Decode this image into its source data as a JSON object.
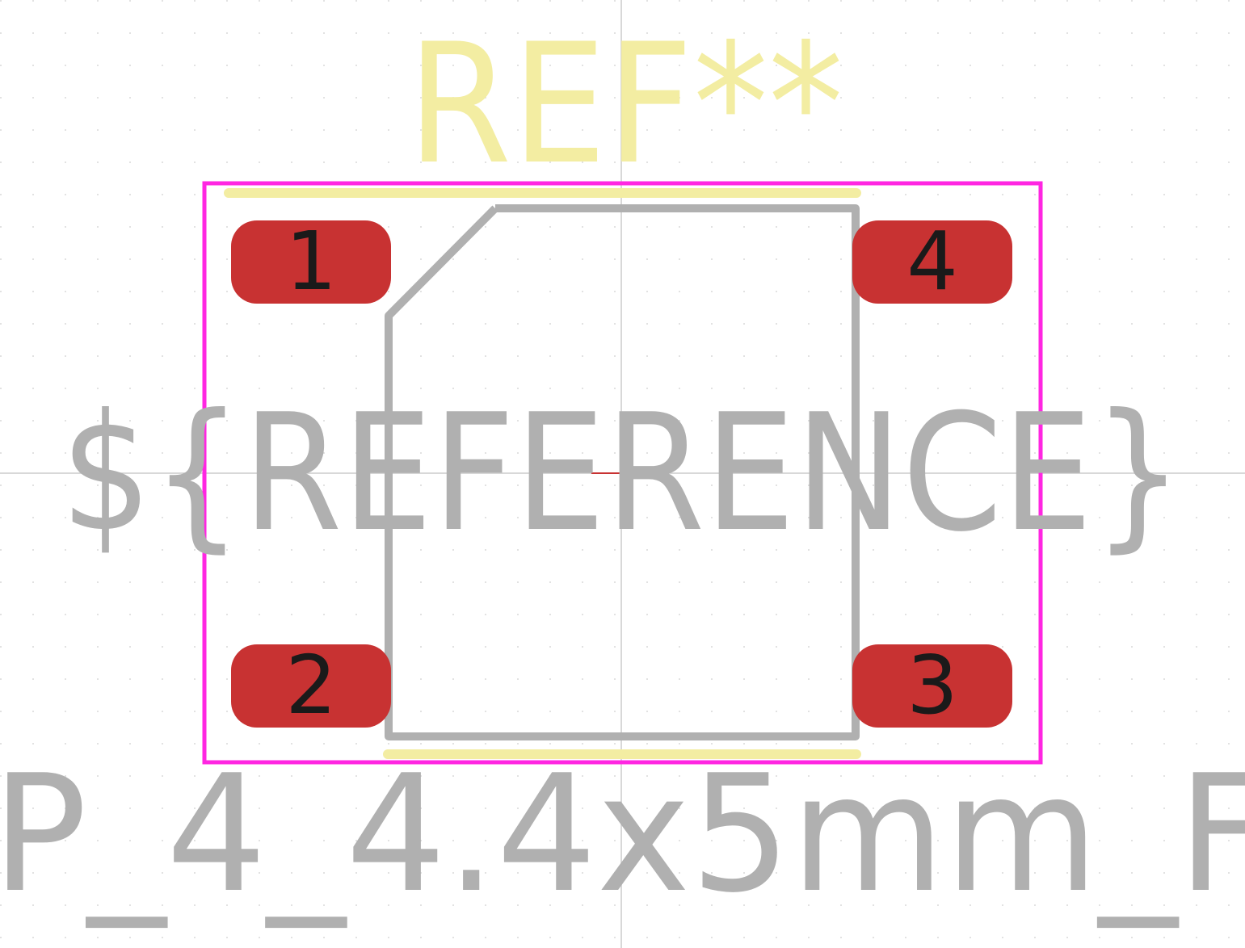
{
  "footprint": {
    "reference": "REF**",
    "value_field": "${REFERENCE}",
    "footprint_name_partial": "P_4_4.4x5mm_F",
    "pads": [
      {
        "number": "1"
      },
      {
        "number": "4"
      },
      {
        "number": "2"
      },
      {
        "number": "3"
      }
    ]
  },
  "colors": {
    "background": "#ffffff",
    "grid": "#d0d0d0",
    "silkscreen": "#f3eda2",
    "fab": "#b0b0b0",
    "courtyard": "#ff26e2",
    "pad": "#c83232",
    "pad_text": "#1a1a1a"
  }
}
